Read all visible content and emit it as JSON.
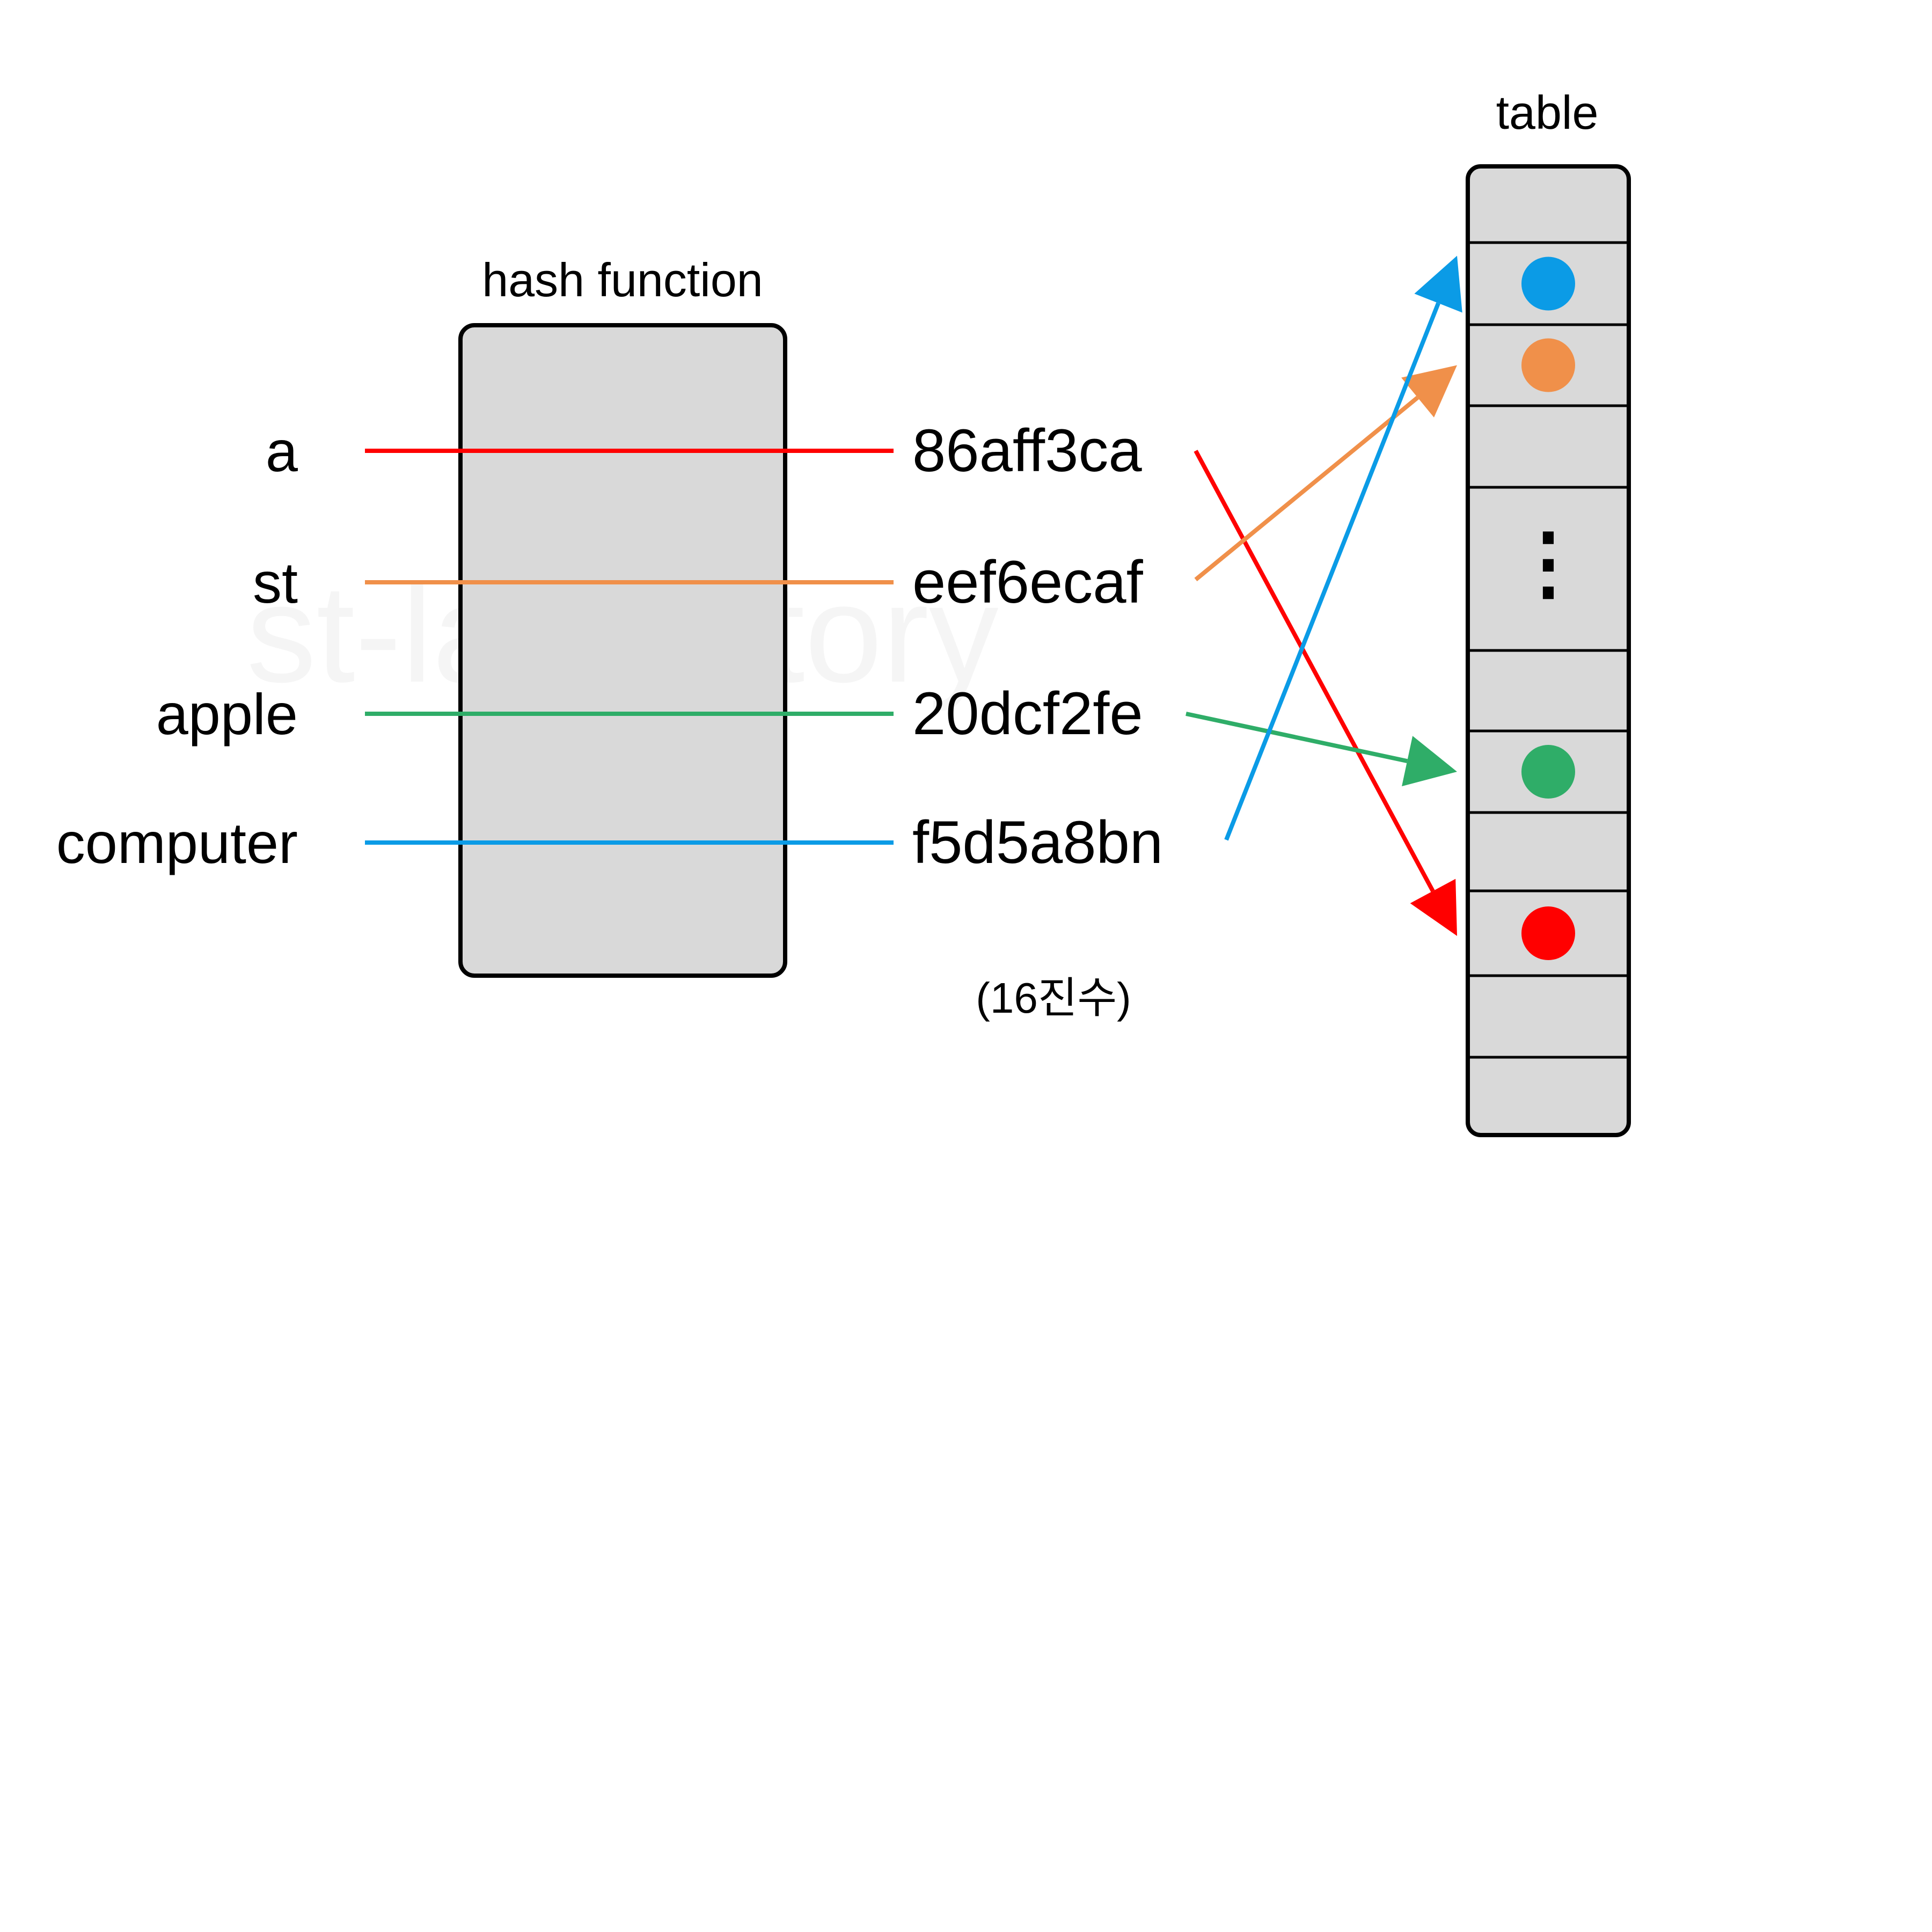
{
  "watermark": "st-lab.tistory",
  "hash_function_label": "hash function",
  "table_label": "table",
  "note": "(16진수)",
  "colors": {
    "red": "#ff0000",
    "orange": "#f0904a",
    "green": "#2fad68",
    "blue": "#0b9be6",
    "box_fill": "#d9d9d9",
    "outline": "#000000"
  },
  "mappings": [
    {
      "key": "a",
      "hash": "86aff3ca",
      "color": "#ff0000",
      "slot_index": 8
    },
    {
      "key": "st",
      "hash": "eef6ecaf",
      "color": "#f0904a",
      "slot_index": 2
    },
    {
      "key": "apple",
      "hash": "20dcf2fe",
      "color": "#2fad68",
      "slot_index": 6
    },
    {
      "key": "computer",
      "hash": "f5d5a8bn",
      "color": "#0b9be6",
      "slot_index": 1
    }
  ],
  "table": {
    "slots": [
      {
        "kind": "empty"
      },
      {
        "kind": "dot",
        "color": "#0b9be6"
      },
      {
        "kind": "dot",
        "color": "#f0904a"
      },
      {
        "kind": "empty"
      },
      {
        "kind": "ellipsis",
        "text": "⋮"
      },
      {
        "kind": "empty"
      },
      {
        "kind": "dot",
        "color": "#2fad68"
      },
      {
        "kind": "empty"
      },
      {
        "kind": "dot",
        "color": "#ff0000"
      },
      {
        "kind": "empty"
      },
      {
        "kind": "empty"
      }
    ]
  }
}
